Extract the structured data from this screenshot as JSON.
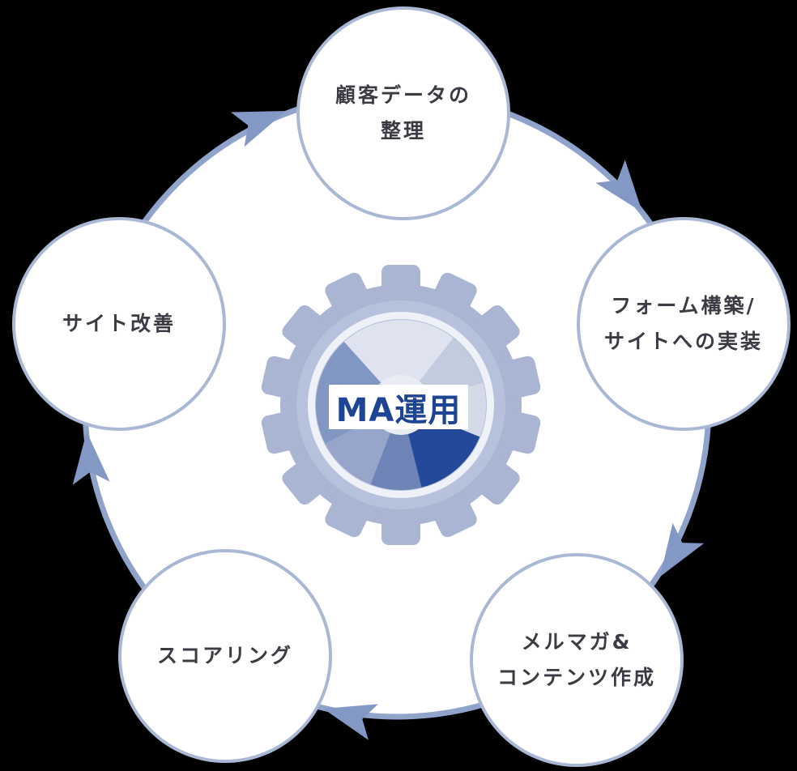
{
  "cycle": {
    "direction": "clockwise",
    "ring_color": "#90a3ca",
    "arrow_color": "#8398c5",
    "node_border_color": "#aab8d6",
    "node_fill": "#ffffff",
    "node_text_color": "#3b3b44",
    "nodes": [
      {
        "id": "customer-data",
        "label": "顧客データの\n整理"
      },
      {
        "id": "form-build",
        "label": "フォーム構築/\nサイトへの実装"
      },
      {
        "id": "mailmag-content",
        "label": "メルマガ&\nコンテンツ作成"
      },
      {
        "id": "scoring",
        "label": "スコアリング"
      },
      {
        "id": "site-improve",
        "label": "サイト改善"
      }
    ]
  },
  "center": {
    "label": "MA運用",
    "label_color": "#1e4494",
    "label_bg": "#ffffff",
    "gear_color": "#a9b5d3",
    "gear_inner_color": "#b6c1db",
    "ring_highlight_color": "#eff1f8",
    "hub_color": "#e9ecf5",
    "pie_colors": [
      "#dfe3f0",
      "#c3cbdf",
      "#d5dae9",
      "#24489a",
      "#6e83b6",
      "#97a5cb",
      "#8296c3"
    ]
  }
}
